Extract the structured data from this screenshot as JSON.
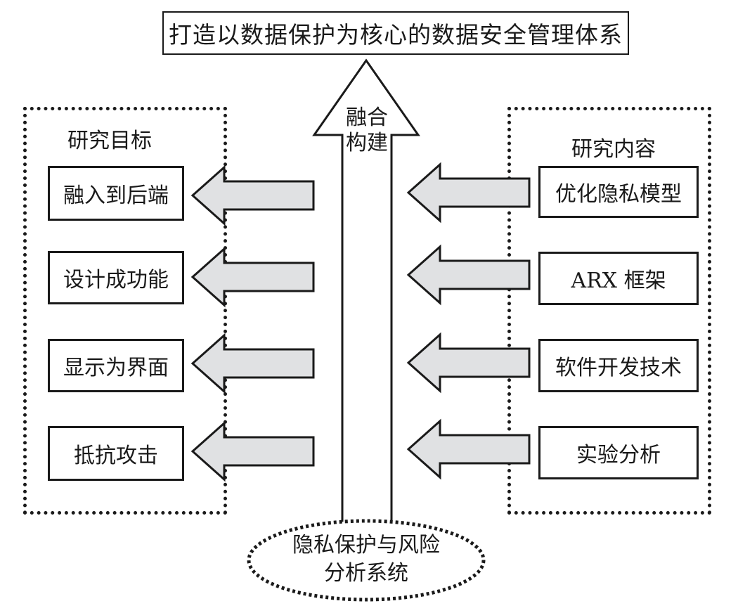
{
  "title": "打造以数据保护为核心的数据安全管理体系",
  "center": {
    "label_line1": "融合",
    "label_line2": "构建"
  },
  "left_panel": {
    "title": "研究目标",
    "items": [
      {
        "label": "融入到后端"
      },
      {
        "label": "设计成功能"
      },
      {
        "label": "显示为界面"
      },
      {
        "label": "抵抗攻击"
      }
    ]
  },
  "right_panel": {
    "title": "研究内容",
    "items": [
      {
        "label": "优化隐私模型"
      },
      {
        "label": "ARX 框架"
      },
      {
        "label": "软件开发技术"
      },
      {
        "label": "实验分析"
      }
    ]
  },
  "bottom": {
    "label_line1": "隐私保护与风险",
    "label_line2": "分析系统"
  },
  "colors": {
    "arrow_fill": "#e0e1e3",
    "stroke": "#1a1a1a",
    "background": "#ffffff"
  }
}
